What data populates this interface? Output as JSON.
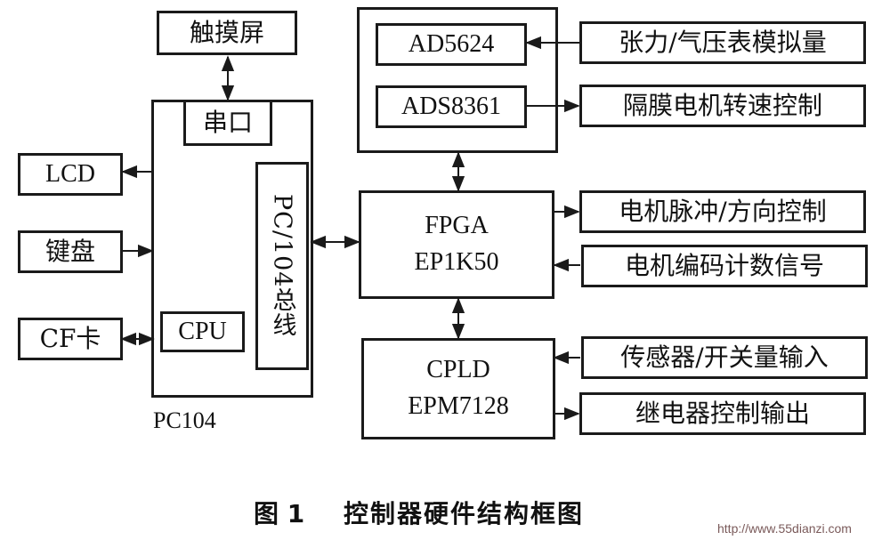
{
  "blocks": {
    "touchscreen": "触摸屏",
    "serial": "串口",
    "pc104_bus": "PC/104总线",
    "cpu": "CPU",
    "pc104": "PC104",
    "lcd": "LCD",
    "keyboard": "键盘",
    "cf_card": "CF卡",
    "ad5624": "AD5624",
    "ads8361": "ADS8361",
    "fpga_line1": "FPGA",
    "fpga_line2": "EP1K50",
    "cpld_line1": "CPLD",
    "cpld_line2": "EPM7128"
  },
  "signals": {
    "tension_pressure": "张力/气压表模拟量",
    "diaphragm_motor_speed": "隔膜电机转速控制",
    "motor_pulse_direction": "电机脉冲/方向控制",
    "motor_encoder_count": "电机编码计数信号",
    "sensor_switch_input": "传感器/开关量输入",
    "relay_output": "继电器控制输出"
  },
  "caption": {
    "figure_number": "图 1",
    "title": "控制器硬件结构框图"
  },
  "watermark": "http://www.55dianzi.com"
}
